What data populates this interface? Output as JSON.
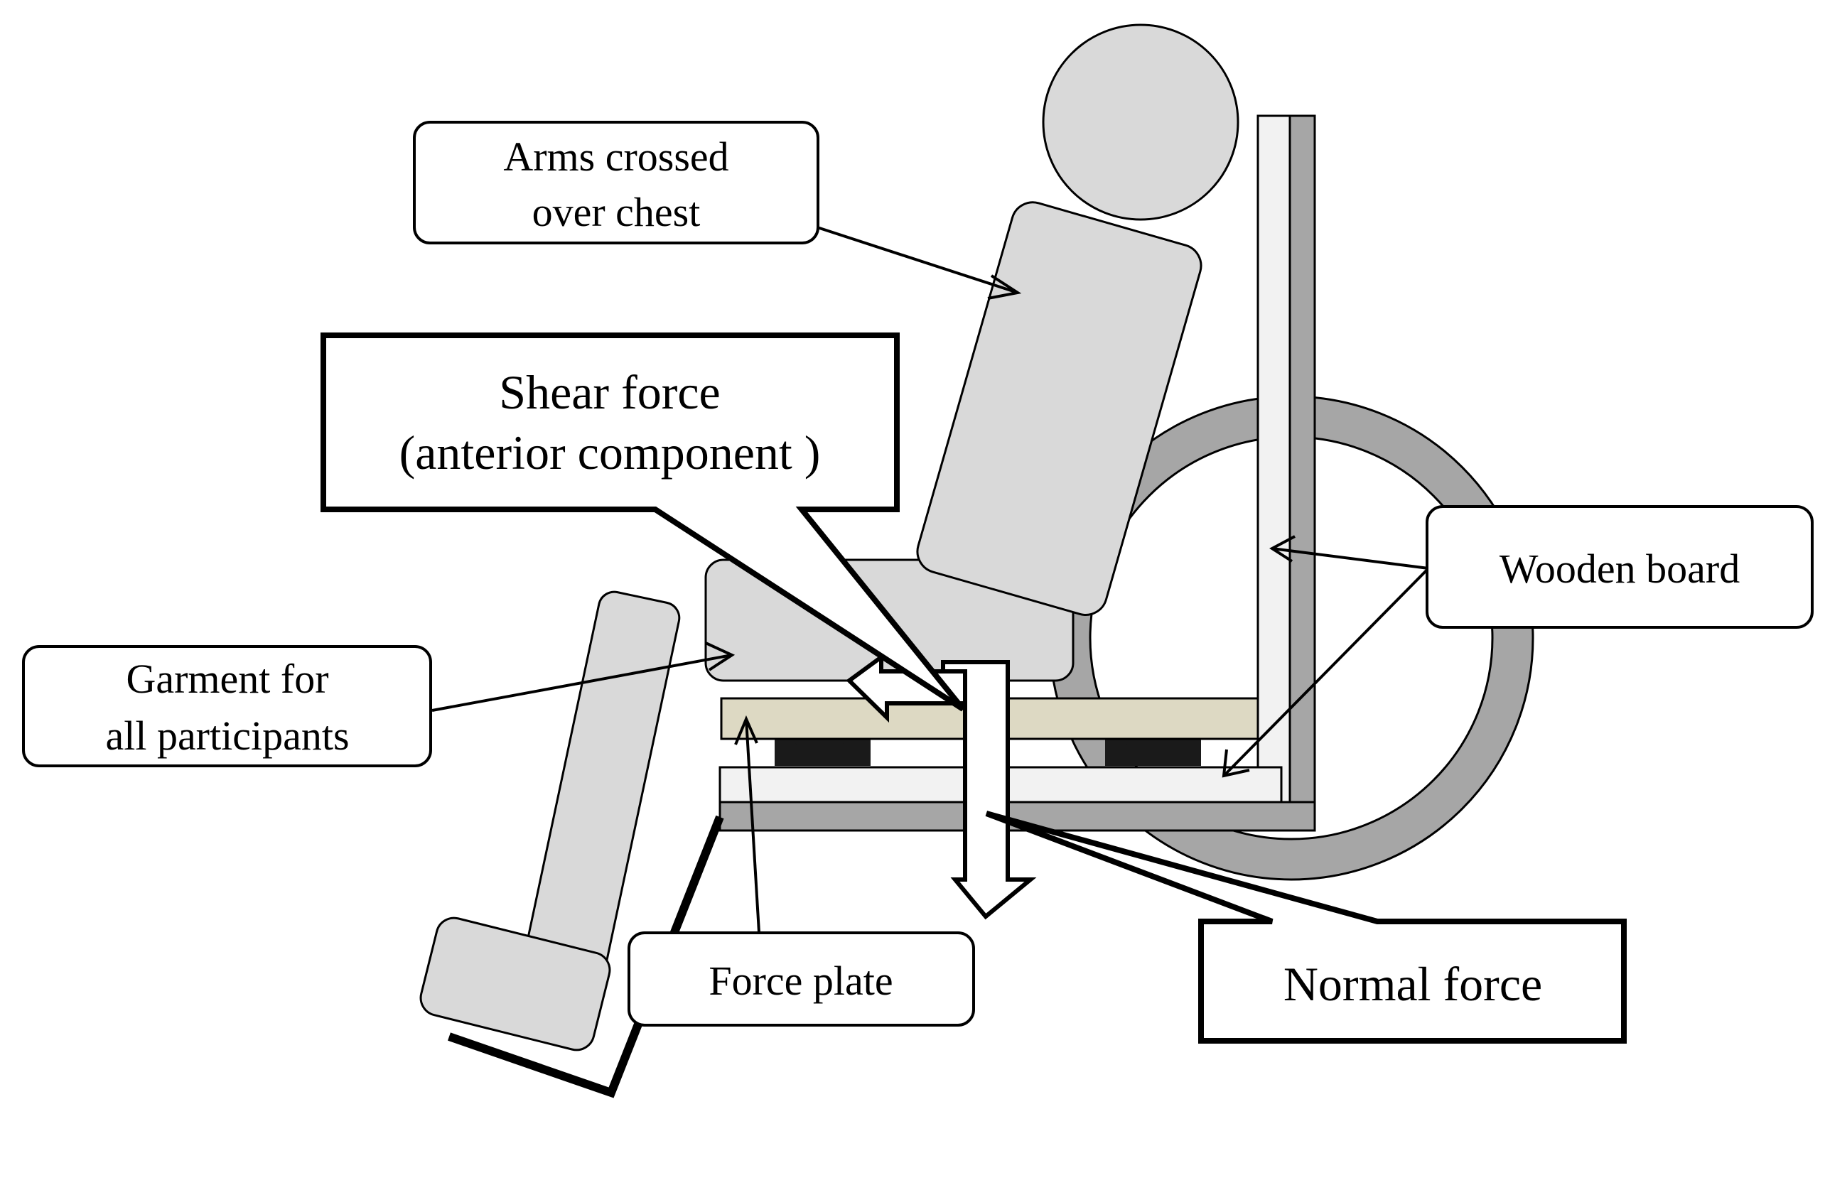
{
  "labels": {
    "arms": [
      "Arms crossed",
      "over chest"
    ],
    "shear": [
      "Shear  force",
      "(anterior  component  )"
    ],
    "wooden": "Wooden board",
    "garment": [
      "Garment for",
      "all  participants"
    ],
    "force_plate": "Force plate",
    "normal": "Normal  force"
  },
  "colors": {
    "body_fill": "#d9d9d9",
    "wheel": "#a6a6a6",
    "board_light": "#f2f2f2",
    "plate": "#ddd9c3",
    "sensor": "#1a1a1a",
    "stroke": "#000000"
  }
}
